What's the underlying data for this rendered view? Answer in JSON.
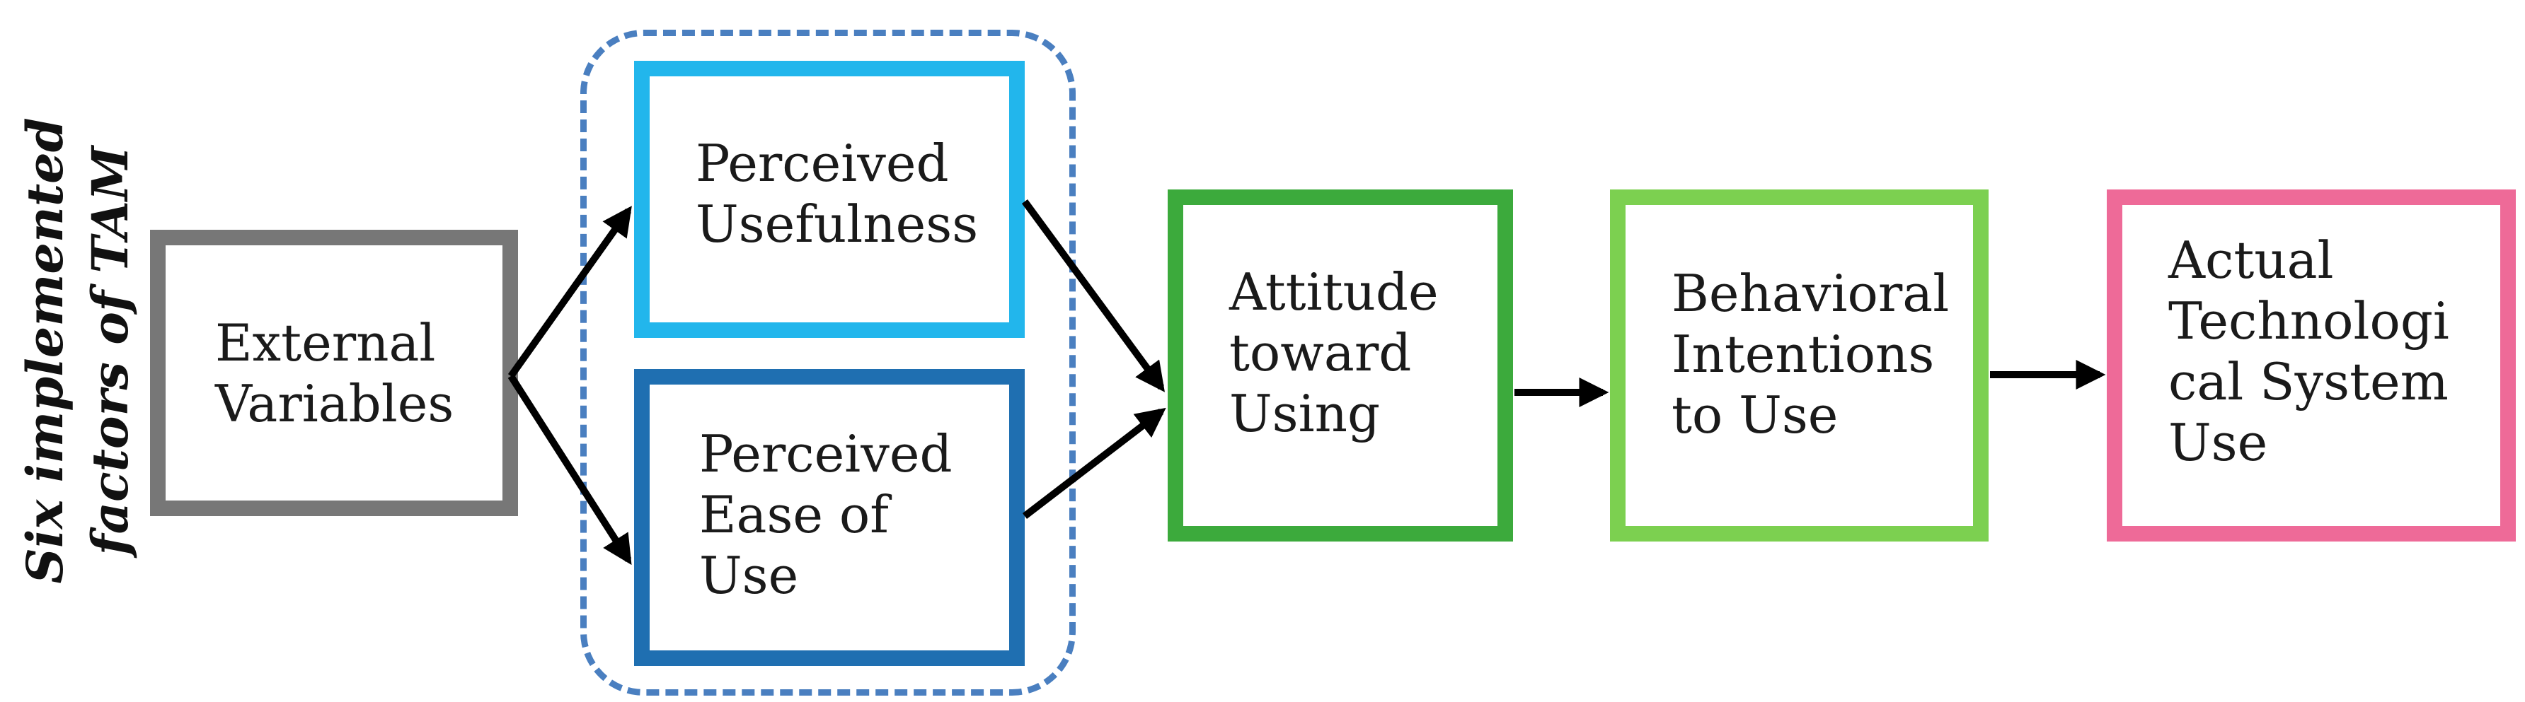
{
  "side_label": {
    "line1": "Six implemented",
    "line2": "factors of TAM"
  },
  "boxes": {
    "external": "External\nVariables",
    "perceived_usefulness": "Perceived\nUsefulness",
    "perceived_ease": "Perceived\nEase of\nUse",
    "attitude": "Attitude\ntoward\nUsing",
    "behavioral": "Behavioral\nIntentions\nto Use",
    "actual": "Actual\nTechnologi\ncal System\nUse"
  },
  "colors": {
    "external_border": "#777777",
    "pu_border": "#22b6ec",
    "peou_border": "#1f6fb1",
    "attitude_border": "#3caa3c",
    "behavioral_border": "#7cd050",
    "actual_border": "#ee6a98",
    "group_dashed": "#4a7fc0",
    "arrow": "#000000"
  }
}
